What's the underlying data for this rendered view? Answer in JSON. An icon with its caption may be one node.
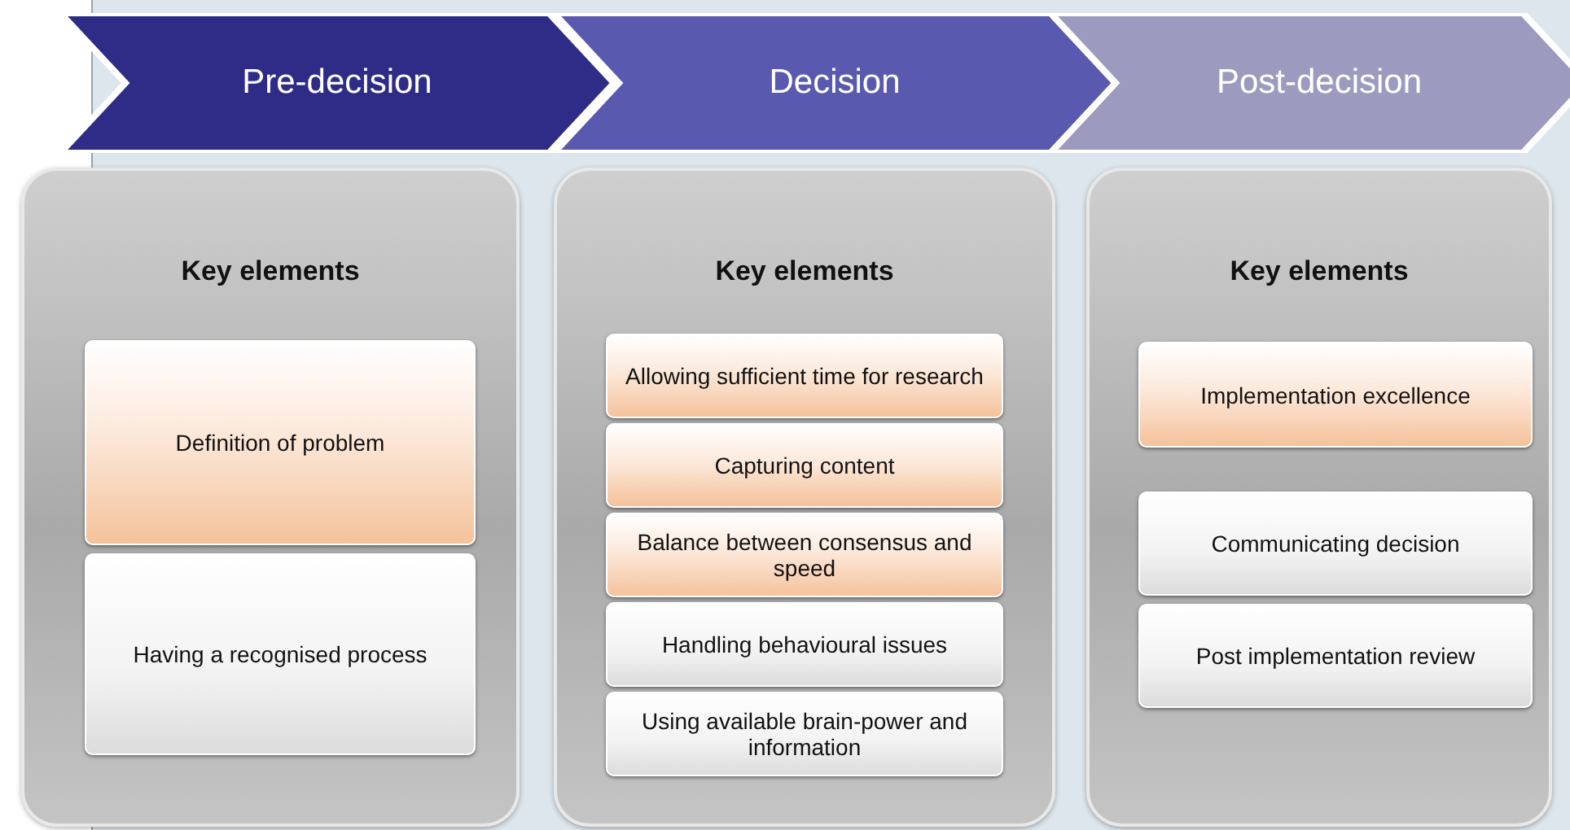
{
  "diagram": {
    "nodes": [
      {
        "text": [
          "Pre-decision"
        ]
      },
      {
        "text": [
          "Decision"
        ]
      },
      {
        "text": [
          "Post-decision"
        ]
      },
      {
        "text": [
          "Key elements"
        ]
      },
      {
        "text": [
          "Definition of problem"
        ],
        "in": 3
      },
      {
        "text": [
          "Having a recognised process"
        ],
        "in": 3
      },
      {
        "text": [
          "Key elements"
        ]
      },
      {
        "text": [
          "Allowing sufficient time for research"
        ],
        "in": 6
      },
      {
        "text": [
          "Capturing content"
        ],
        "in": 6
      },
      {
        "text": [
          "Balance between consensus and speed"
        ],
        "in": 6
      },
      {
        "text": [
          "Handling behavioural issues"
        ],
        "in": 6
      },
      {
        "text": [
          "Using available brain-power and information"
        ],
        "in": 6
      },
      {
        "text": [
          "Key elements"
        ]
      },
      {
        "text": [
          "Implementation excellence"
        ],
        "in": 12
      },
      {
        "text": [
          "Communicating decision"
        ],
        "in": 12
      },
      {
        "text": [
          "Post implementation review"
        ],
        "in": 12
      }
    ]
  }
}
